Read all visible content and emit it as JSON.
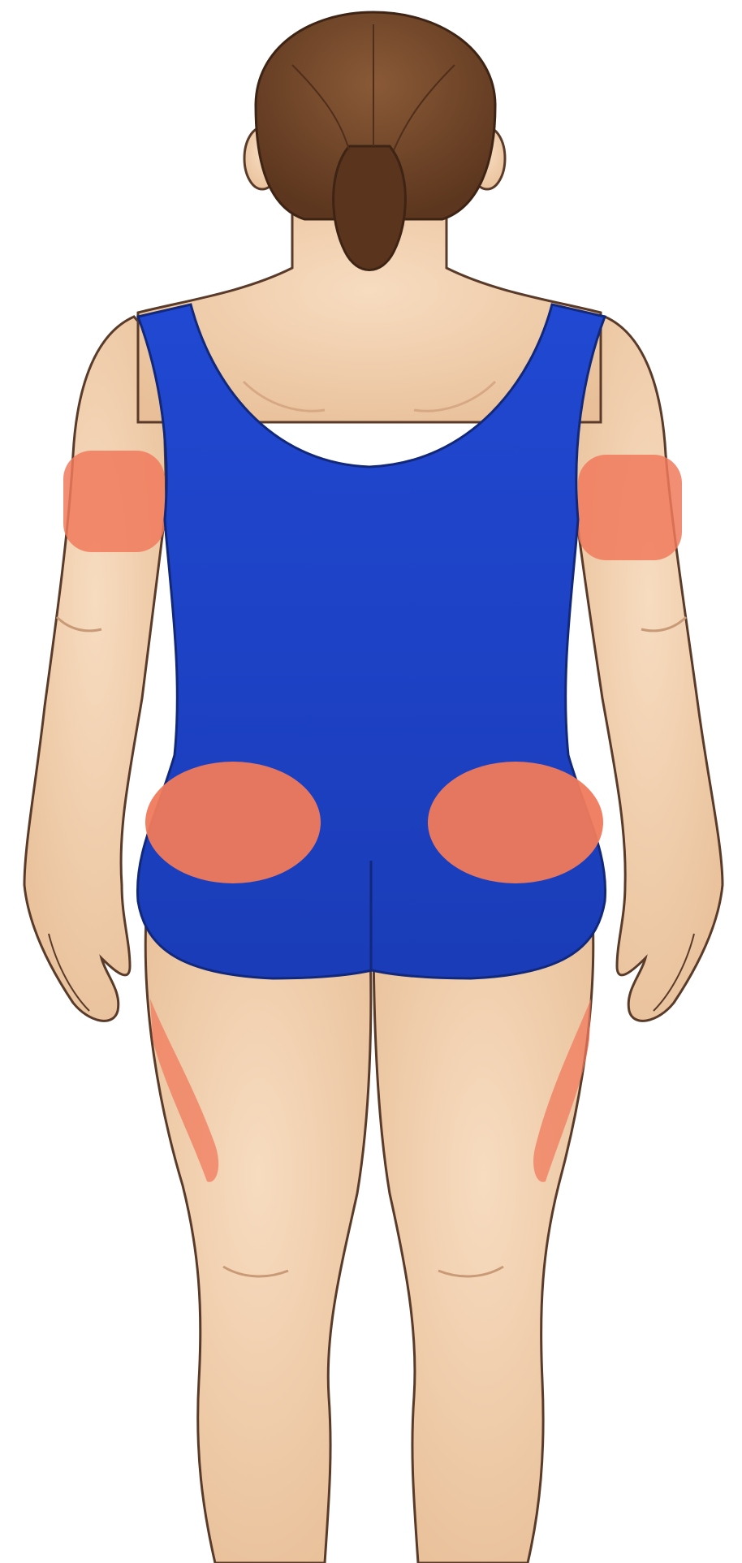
{
  "figure": {
    "subject": "female-back-view",
    "colors": {
      "background": "#ffffff",
      "skin": "#f1d1ad",
      "skin_shade": "#dfb48f",
      "outline": "#5a3b2a",
      "hair": "#6e4529",
      "hair_dark": "#4f2e1a",
      "swimsuit": "#1f45c8",
      "swimsuit_dark": "#17339e",
      "highlight_region": "#f07a5c"
    },
    "highlighted_regions": [
      "left-upper-arm",
      "right-upper-arm",
      "left-buttock",
      "right-buttock",
      "left-outer-thigh",
      "right-outer-thigh"
    ]
  }
}
